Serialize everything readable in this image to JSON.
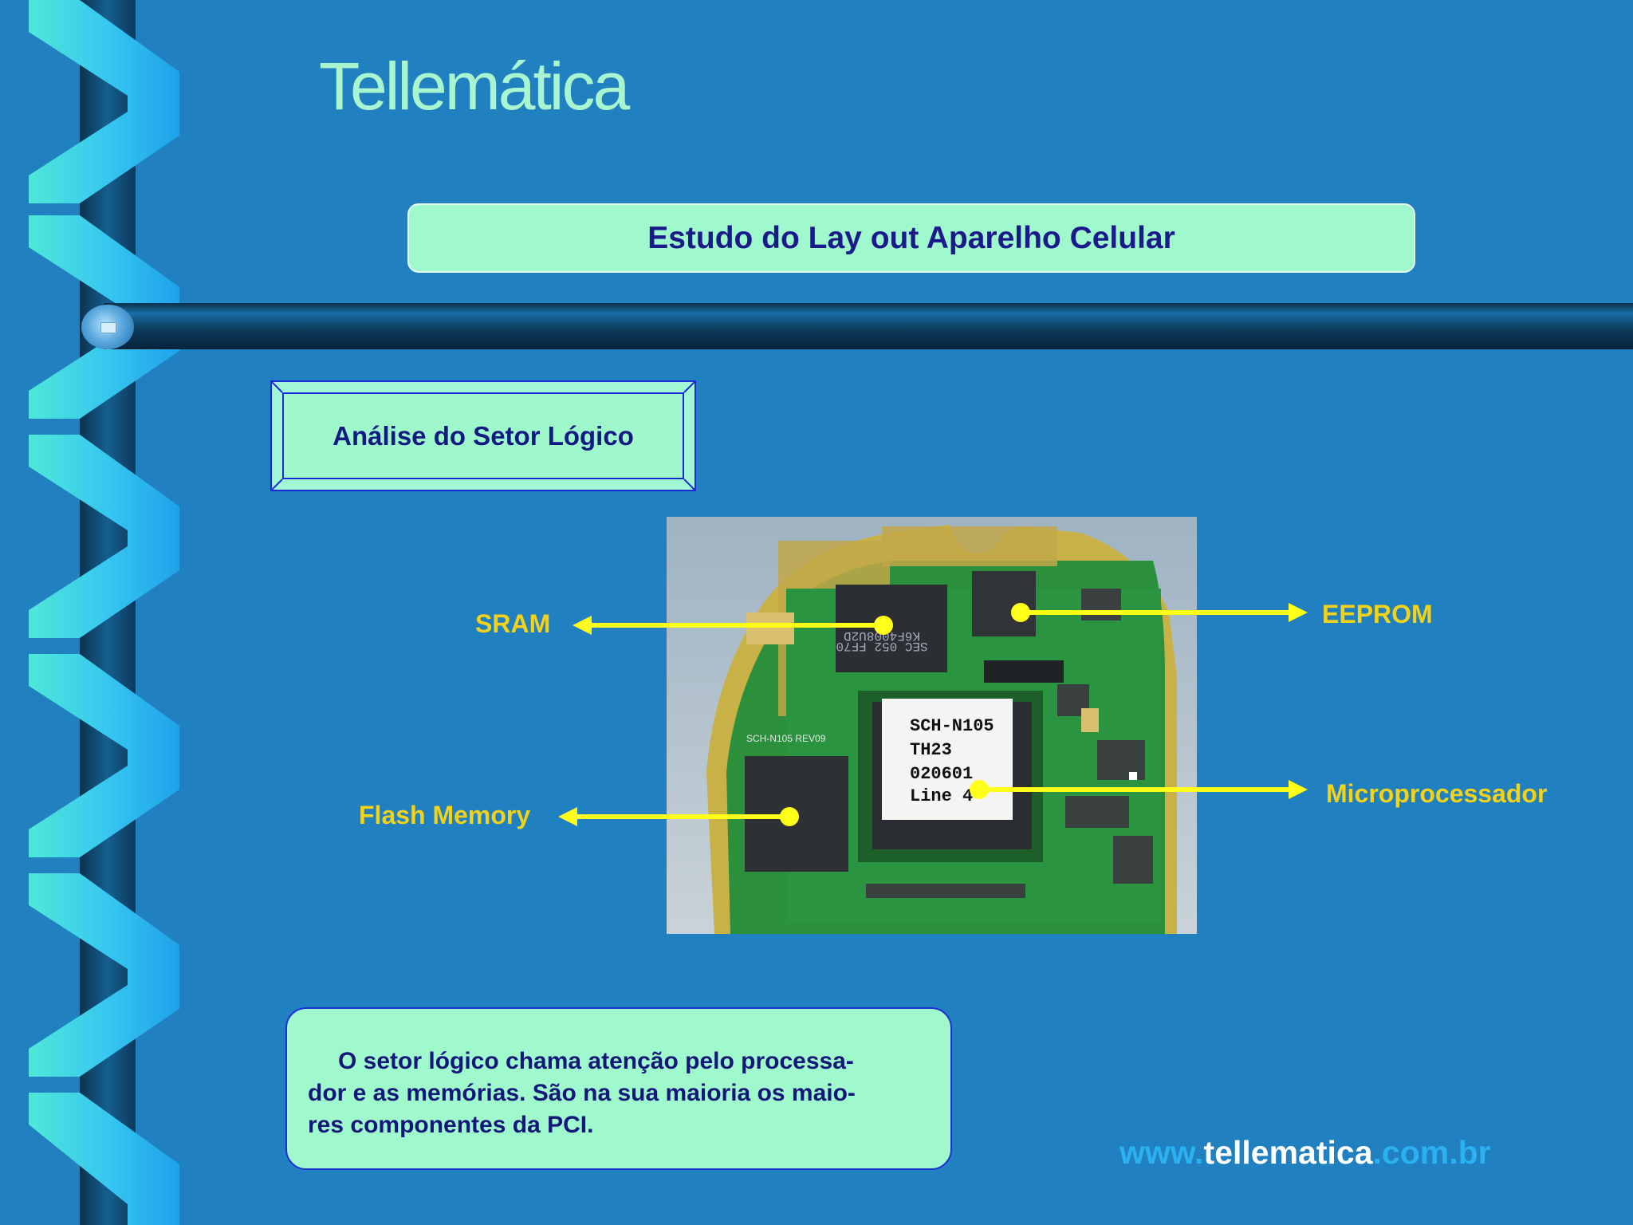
{
  "slide": {
    "brand_title": "Tellemática",
    "header_title": "Estudo do Lay out Aparelho Celular",
    "section_title": "Análise do Setor Lógico",
    "components": {
      "sram": "SRAM",
      "eeprom": "EEPROM",
      "flash_memory": "Flash Memory",
      "microprocessor": "Microprocessador"
    },
    "chip_marking": [
      "SCH-N105",
      "TH23",
      "020601",
      "Line 4"
    ],
    "sram_marking": [
      "SEC 052 FF70",
      "K6F4008U2D"
    ],
    "board_marking": "SCH-N105 REV09",
    "description_lines": [
      "O setor lógico chama atenção pelo processa-",
      "dor e as memórias. São na sua maioria os maio-",
      "res componentes da PCI."
    ],
    "url": {
      "prefix": "www.",
      "domain": "tellematica",
      "suffix": ".com.br"
    }
  },
  "colors": {
    "background": "#2080c0",
    "banner": "#9ff9cd",
    "title": "#a8f5cf",
    "label_yellow": "#f2d21a",
    "arrow_yellow": "#ffff1a",
    "text_navy": "#13177a",
    "url_light": "#2bb0f0",
    "url_white": "#ffffff"
  },
  "icons": {
    "bar_knob": "square-knob-icon",
    "arrow": "arrow-icon"
  }
}
